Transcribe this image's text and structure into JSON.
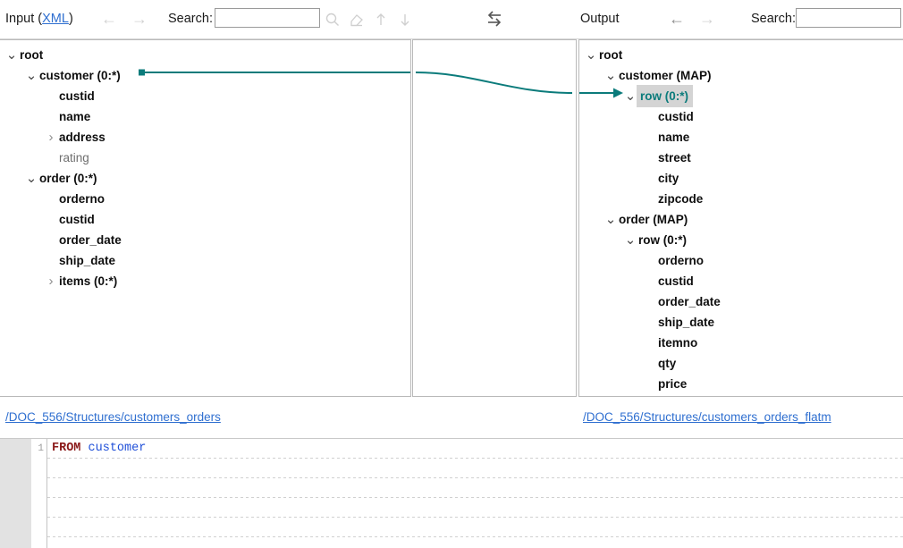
{
  "header": {
    "input": {
      "title": "Input",
      "format_label": "XML",
      "open_paren": "(",
      "close_paren": ")",
      "back_icon": "arrow-left-icon",
      "forward_icon": "arrow-right-icon",
      "search_label": "Search:",
      "search_value": "",
      "search_placeholder": "",
      "tools": [
        {
          "name": "search-magnifier-icon",
          "label": "Find"
        },
        {
          "name": "clear-eraser-icon",
          "label": "Clear"
        },
        {
          "name": "find-previous-up-icon",
          "label": "Previous"
        },
        {
          "name": "find-next-down-icon",
          "label": "Next"
        }
      ]
    },
    "swap_icon": "swap-input-output-icon",
    "output": {
      "title": "Output",
      "back_icon": "arrow-left-icon",
      "forward_icon": "arrow-right-icon",
      "search_label": "Search:",
      "search_value": "",
      "search_placeholder": ""
    }
  },
  "colors": {
    "link": "#2f6fd0",
    "mapping_line": "#0b7b7b",
    "selected_text": "#0b7b7b",
    "selection_bg": "#d4d4d4",
    "panel_border": "#b9b9b9",
    "gutter": "#e2e2e2",
    "keyword": "#8b1a1a",
    "identifier": "#1f4fd8"
  },
  "input_tree": [
    {
      "label": "root",
      "depth": 0,
      "twist": "expanded",
      "style": "bold"
    },
    {
      "label": "customer (0:*)",
      "depth": 1,
      "twist": "expanded",
      "style": "bold"
    },
    {
      "label": "custid",
      "depth": 2,
      "twist": "none",
      "style": "bold"
    },
    {
      "label": "name",
      "depth": 2,
      "twist": "none",
      "style": "bold"
    },
    {
      "label": "address",
      "depth": 2,
      "twist": "collapsed",
      "style": "bold"
    },
    {
      "label": "rating",
      "depth": 2,
      "twist": "none",
      "style": "dim"
    },
    {
      "label": "order (0:*)",
      "depth": 1,
      "twist": "expanded",
      "style": "bold"
    },
    {
      "label": "orderno",
      "depth": 2,
      "twist": "none",
      "style": "bold"
    },
    {
      "label": "custid",
      "depth": 2,
      "twist": "none",
      "style": "bold"
    },
    {
      "label": "order_date",
      "depth": 2,
      "twist": "none",
      "style": "bold"
    },
    {
      "label": "ship_date",
      "depth": 2,
      "twist": "none",
      "style": "bold"
    },
    {
      "label": "items (0:*)",
      "depth": 2,
      "twist": "collapsed",
      "style": "bold"
    }
  ],
  "output_tree": [
    {
      "label": "root",
      "depth": 0,
      "twist": "expanded",
      "style": "bold"
    },
    {
      "label": "customer (MAP)",
      "depth": 1,
      "twist": "expanded",
      "style": "bold"
    },
    {
      "label": "row (0:*)",
      "depth": 2,
      "twist": "expanded",
      "style": "selected"
    },
    {
      "label": "custid",
      "depth": 3,
      "twist": "none",
      "style": "bold"
    },
    {
      "label": "name",
      "depth": 3,
      "twist": "none",
      "style": "bold"
    },
    {
      "label": "street",
      "depth": 3,
      "twist": "none",
      "style": "bold"
    },
    {
      "label": "city",
      "depth": 3,
      "twist": "none",
      "style": "bold"
    },
    {
      "label": "zipcode",
      "depth": 3,
      "twist": "none",
      "style": "bold"
    },
    {
      "label": "order (MAP)",
      "depth": 1,
      "twist": "expanded",
      "style": "bold"
    },
    {
      "label": "row (0:*)",
      "depth": 2,
      "twist": "expanded",
      "style": "bold"
    },
    {
      "label": "orderno",
      "depth": 3,
      "twist": "none",
      "style": "bold"
    },
    {
      "label": "custid",
      "depth": 3,
      "twist": "none",
      "style": "bold"
    },
    {
      "label": "order_date",
      "depth": 3,
      "twist": "none",
      "style": "bold"
    },
    {
      "label": "ship_date",
      "depth": 3,
      "twist": "none",
      "style": "bold"
    },
    {
      "label": "itemno",
      "depth": 3,
      "twist": "none",
      "style": "bold"
    },
    {
      "label": "qty",
      "depth": 3,
      "twist": "none",
      "style": "bold"
    },
    {
      "label": "price",
      "depth": 3,
      "twist": "none",
      "style": "bold"
    }
  ],
  "mapping": {
    "from_node": "customer (0:*)",
    "to_node": "row (0:*)",
    "marker": "square-endpoint",
    "arrow": "arrowhead-right"
  },
  "footer": {
    "input_path": "/DOC_556/Structures/customers_orders",
    "output_path": "/DOC_556/Structures/customers_orders_flatm"
  },
  "editor": {
    "lines": [
      {
        "number": "1",
        "keyword": "FROM",
        "identifier": "customer"
      }
    ],
    "blank_line_count": 5
  }
}
